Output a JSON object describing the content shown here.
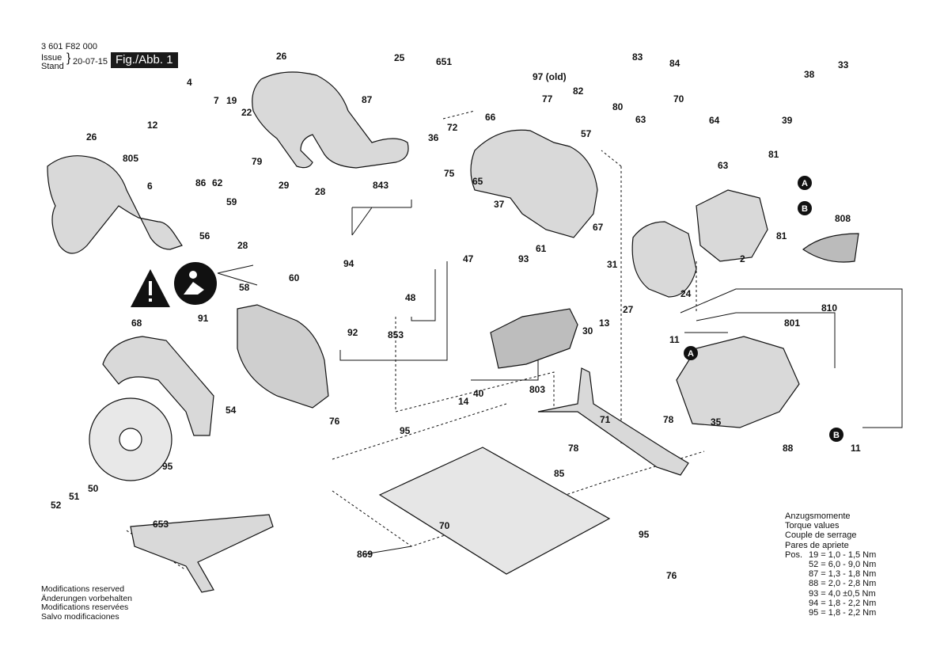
{
  "header": {
    "part_number": "3 601 F82 000",
    "issue_label": "Issue",
    "stand_label": "Stand",
    "issue_date": "20-07-15",
    "fig_label": "Fig./Abb. 1"
  },
  "footer": [
    "Modifications reserved",
    "Änderungen vorbehalten",
    "Modifications reservées",
    "Salvo modificaciones"
  ],
  "torque": {
    "titles": [
      "Anzugsmomente",
      "Torque values",
      "Couple de serrage",
      "Pares de apriete"
    ],
    "pos_label": "Pos.",
    "rows": [
      "19 = 1,0 - 1,5 Nm",
      "52 = 6,0 - 9,0 Nm",
      "87 = 1,3 - 1,8 Nm",
      "88 = 2,0 - 2,8 Nm",
      "93 = 4,0 ±0,5 Nm",
      "94 = 1,8 - 2,2 Nm",
      "95 = 1,8 - 2,2 Nm"
    ]
  },
  "part_labels": {
    "p2": "2",
    "p4": "4",
    "p6": "6",
    "p7": "7",
    "p11a": "11",
    "p11b": "11",
    "p12": "12",
    "p13": "13",
    "p14": "14",
    "p19": "19",
    "p22": "22",
    "p24": "24",
    "p25": "25",
    "p26a": "26",
    "p26b": "26",
    "p27": "27",
    "p28a": "28",
    "p28b": "28",
    "p29": "29",
    "p30": "30",
    "p31": "31",
    "p33": "33",
    "p35": "35",
    "p36": "36",
    "p37": "37",
    "p38": "38",
    "p39": "39",
    "p40": "40",
    "p47": "47",
    "p48": "48",
    "p50": "50",
    "p51": "51",
    "p52": "52",
    "p54": "54",
    "p56": "56",
    "p57": "57",
    "p58": "58",
    "p59": "59",
    "p60": "60",
    "p61": "61",
    "p62": "62",
    "p63a": "63",
    "p63b": "63",
    "p64": "64",
    "p65": "65",
    "p66": "66",
    "p67": "67",
    "p68": "68",
    "p70a": "70",
    "p70b": "70",
    "p71": "71",
    "p72": "72",
    "p75": "75",
    "p76a": "76",
    "p76b": "76",
    "p77": "77",
    "p78a": "78",
    "p78b": "78",
    "p79": "79",
    "p80": "80",
    "p81a": "81",
    "p81b": "81",
    "p82": "82",
    "p83": "83",
    "p84": "84",
    "p85": "85",
    "p86": "86",
    "p87": "87",
    "p88": "88",
    "p91": "91",
    "p92": "92",
    "p93": "93",
    "p94": "94",
    "p95a": "95",
    "p95b": "95",
    "p95c": "95",
    "p97": "97 (old)",
    "p651": "651",
    "p653": "653",
    "p801": "801",
    "p803": "803",
    "p805": "805",
    "p808": "808",
    "p810": "810",
    "p843": "843",
    "p853": "853",
    "p869": "869"
  },
  "markers": {
    "a1": "A",
    "a2": "A",
    "b1": "B",
    "b2": "B"
  },
  "colors": {
    "line": "#111111",
    "part_fill": "#d9d9d9",
    "part_dark": "#555555",
    "marker": "#111111"
  },
  "icons": [
    "warning-triangle-icon",
    "read-manual-icon"
  ]
}
